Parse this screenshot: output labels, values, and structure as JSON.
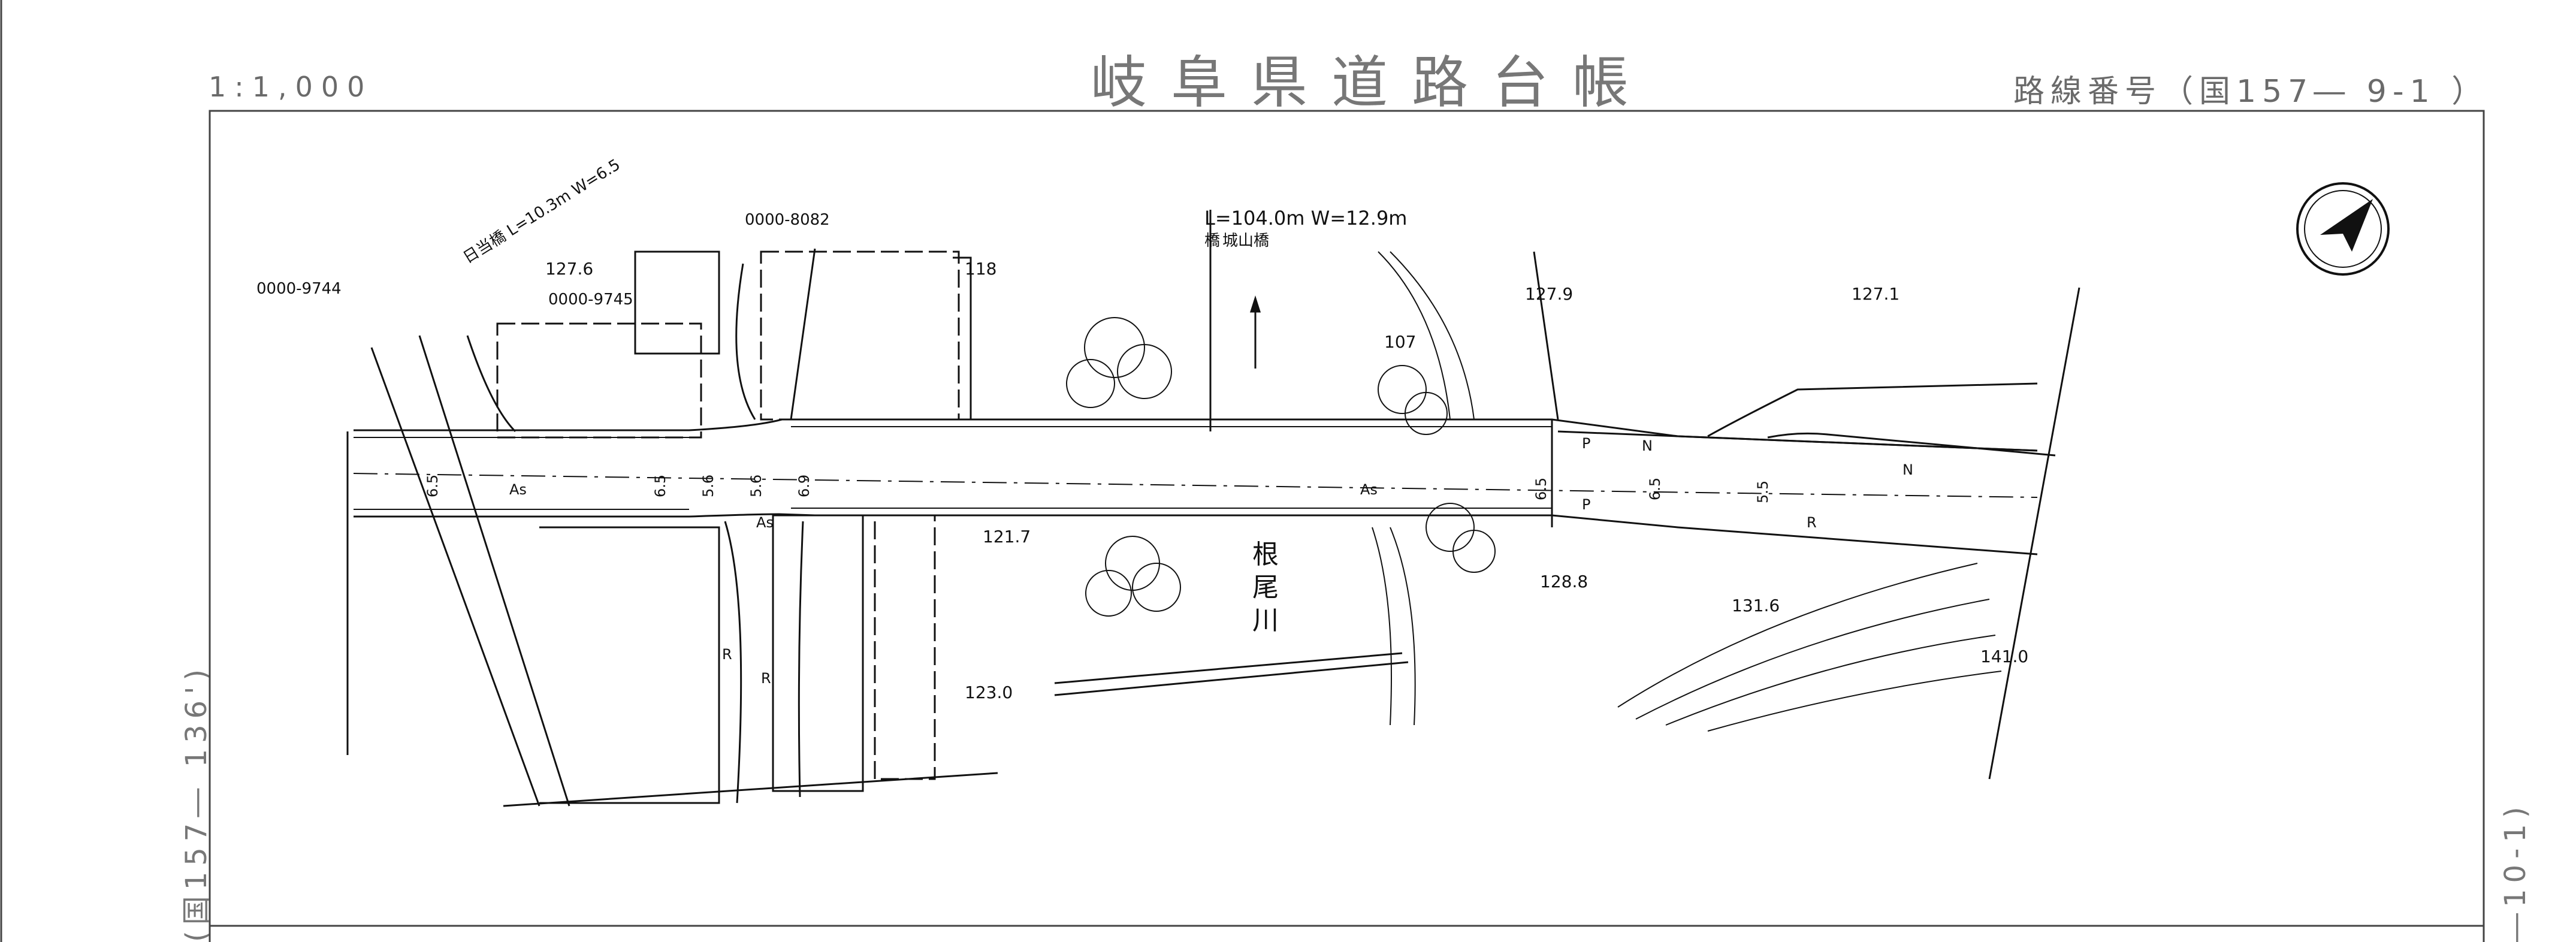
{
  "header": {
    "scale": "1:1,000",
    "title": "岐阜県道路台帳",
    "route_number": "路線番号（国157― 9-1 ）"
  },
  "side_refs": {
    "left": "(国157― 136')",
    "right": "―10-1)"
  },
  "map": {
    "bridge_label": "L=104.0m W=12.9m",
    "bridge_name": "城山橋",
    "bridge_prefix": "橋",
    "side_bridge_label": "日当橋 L=10.3m W=6.5",
    "river_name": [
      "根",
      "尾",
      "川"
    ],
    "codes": [
      "0000-9744",
      "0000-9745",
      "0000-8082"
    ],
    "elevations": [
      "127.6",
      "118",
      "127.9",
      "127.1",
      "107",
      "121.7",
      "128.8",
      "131.6",
      "123.0",
      "141.0"
    ],
    "widths": [
      "6.5",
      "6.5",
      "5.6",
      "5.6",
      "6.9",
      "6.5",
      "6.5",
      "5.5"
    ],
    "surface_mark": "As",
    "lane_marks": [
      "P",
      "N",
      "P",
      "N",
      "R",
      "R",
      "R"
    ]
  },
  "colors": {
    "line": "#111111",
    "frame": "#444444",
    "header_text": "#6a6a6a"
  }
}
